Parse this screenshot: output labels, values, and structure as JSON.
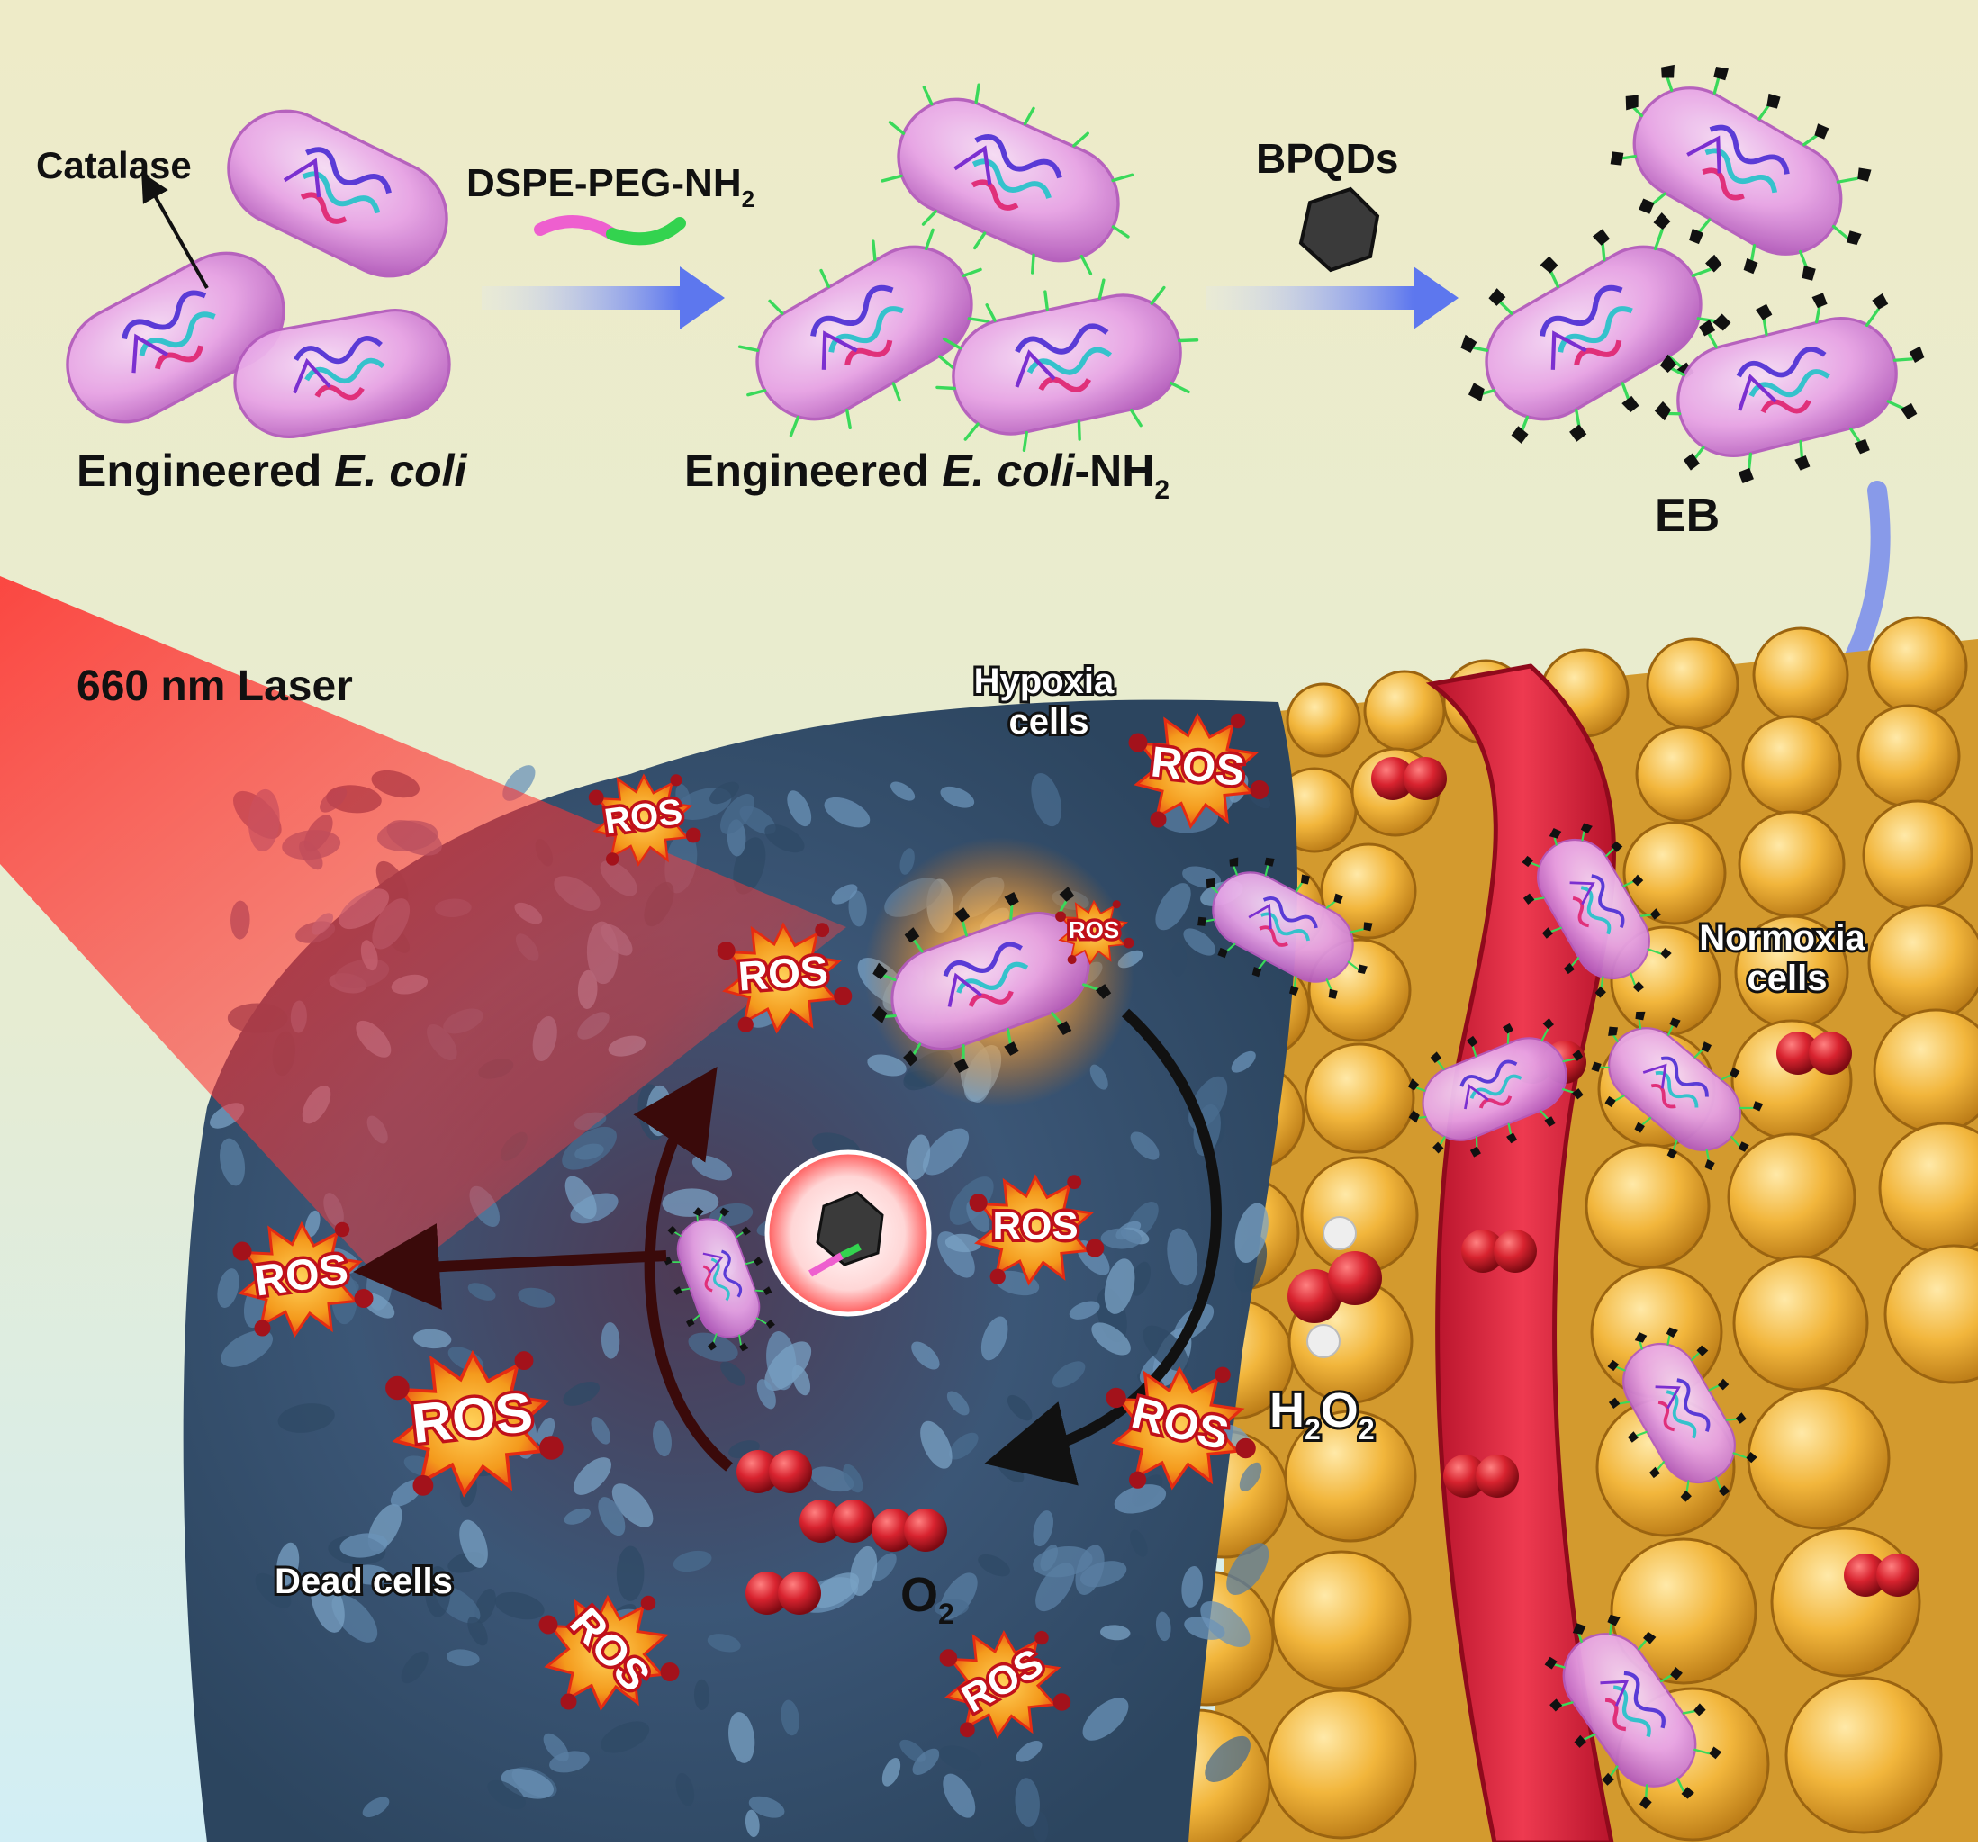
{
  "labels": {
    "catalase": "Catalase",
    "dspe": "DSPE-PEG-NH",
    "dspe_sub": "2",
    "bpqds": "BPQDs",
    "ecoli_prefix": "Engineered ",
    "ecoli_italic": "E. coli",
    "ecoli_nh2_italic": "E. coli",
    "ecoli_nh2_suffix": "-NH",
    "ecoli_nh2_sub": "2",
    "eb": "EB",
    "laser": "660 nm Laser",
    "hypoxia_1": "Hypoxia",
    "hypoxia_2": "cells",
    "normoxia_1": "Normoxia",
    "normoxia_2": "cells",
    "dead": "Dead cells",
    "h2o2_h": "H",
    "h2o2_o": "O",
    "h2o2_sub": "2",
    "o2": "O",
    "o2_sub": "2",
    "ros": "ROS"
  },
  "colors": {
    "bg_top": "#eeebc8",
    "bg_bottom": "#d6eef4",
    "bacteria": "#e7a2e6",
    "bacteria_edge": "#b45bbd",
    "arrow_blue": "#6f86f0",
    "laser_red": "#ff2a2a",
    "tumor_blue": "#3f5e7c",
    "normal_cell": "#f0b63d",
    "vessel": "#d9203a",
    "oxygen": "#d8232f",
    "ros_fill": "#f49a1c",
    "ros_edge": "#e52b12"
  }
}
